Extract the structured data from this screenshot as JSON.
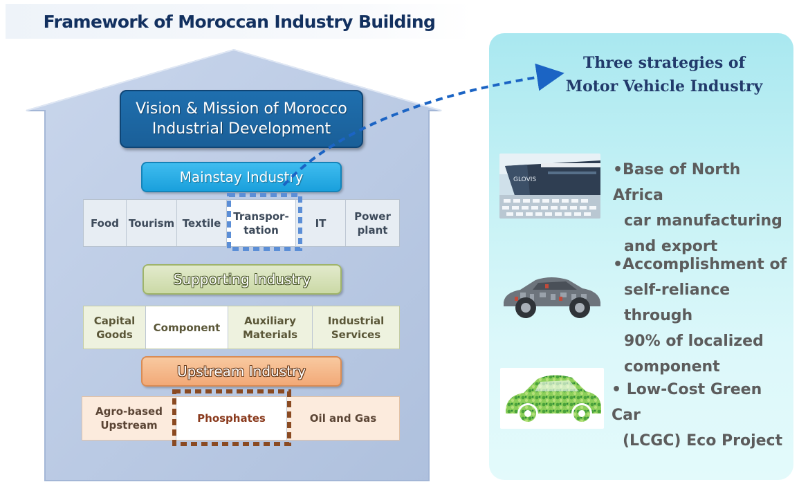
{
  "title": "Framework of Moroccan Industry Building",
  "colors": {
    "house_fill": "#b9c9e3",
    "house_stroke": "#a3b6d6",
    "accent_blue": "#1b5d99",
    "arrow_blue": "#1b64c4",
    "transport_highlight": "#5b8ed6",
    "phosphate_highlight": "#8a4a22"
  },
  "house": {
    "vision_line1": "Vision & Mission of Morocco",
    "vision_line2": "Industrial Development",
    "mainstay": {
      "header": "Mainstay Industry",
      "cells": {
        "food": "Food",
        "tourism": "Tourism",
        "textile": "Textile",
        "transport_line1": "Transpor-",
        "transport_line2": "tation",
        "it": "IT",
        "power_line1": "Power",
        "power_line2": "plant"
      }
    },
    "supporting": {
      "header": "Supporting Industry",
      "cells": {
        "capital_line1": "Capital",
        "capital_line2": "Goods",
        "component": "Component",
        "auxiliary_line1": "Auxiliary",
        "auxiliary_line2": "Materials",
        "industrial_line1": "Industrial",
        "industrial_line2": "Services"
      }
    },
    "upstream": {
      "header": "Upstream Industry",
      "cells": {
        "agro_line1": "Agro-based",
        "agro_line2": "Upstream",
        "phosphates": "Phosphates",
        "oil_gas": "Oil and Gas"
      }
    }
  },
  "panel": {
    "title_line1": "Three strategies of",
    "title_line2": "Motor Vehicle Industry",
    "ship_label": "GLOVIS",
    "strategies": [
      {
        "icon": "cargo-ship-photo",
        "lines": [
          "•Base of North Africa",
          "car manufacturing",
          "and export"
        ]
      },
      {
        "icon": "car-parts-photo",
        "lines": [
          "•Accomplishment of",
          "self-reliance through",
          "90% of localized",
          "component"
        ]
      },
      {
        "icon": "eco-car-photo",
        "lines": [
          "• Low-Cost Green Car",
          "(LCGC) Eco Project"
        ]
      }
    ]
  }
}
